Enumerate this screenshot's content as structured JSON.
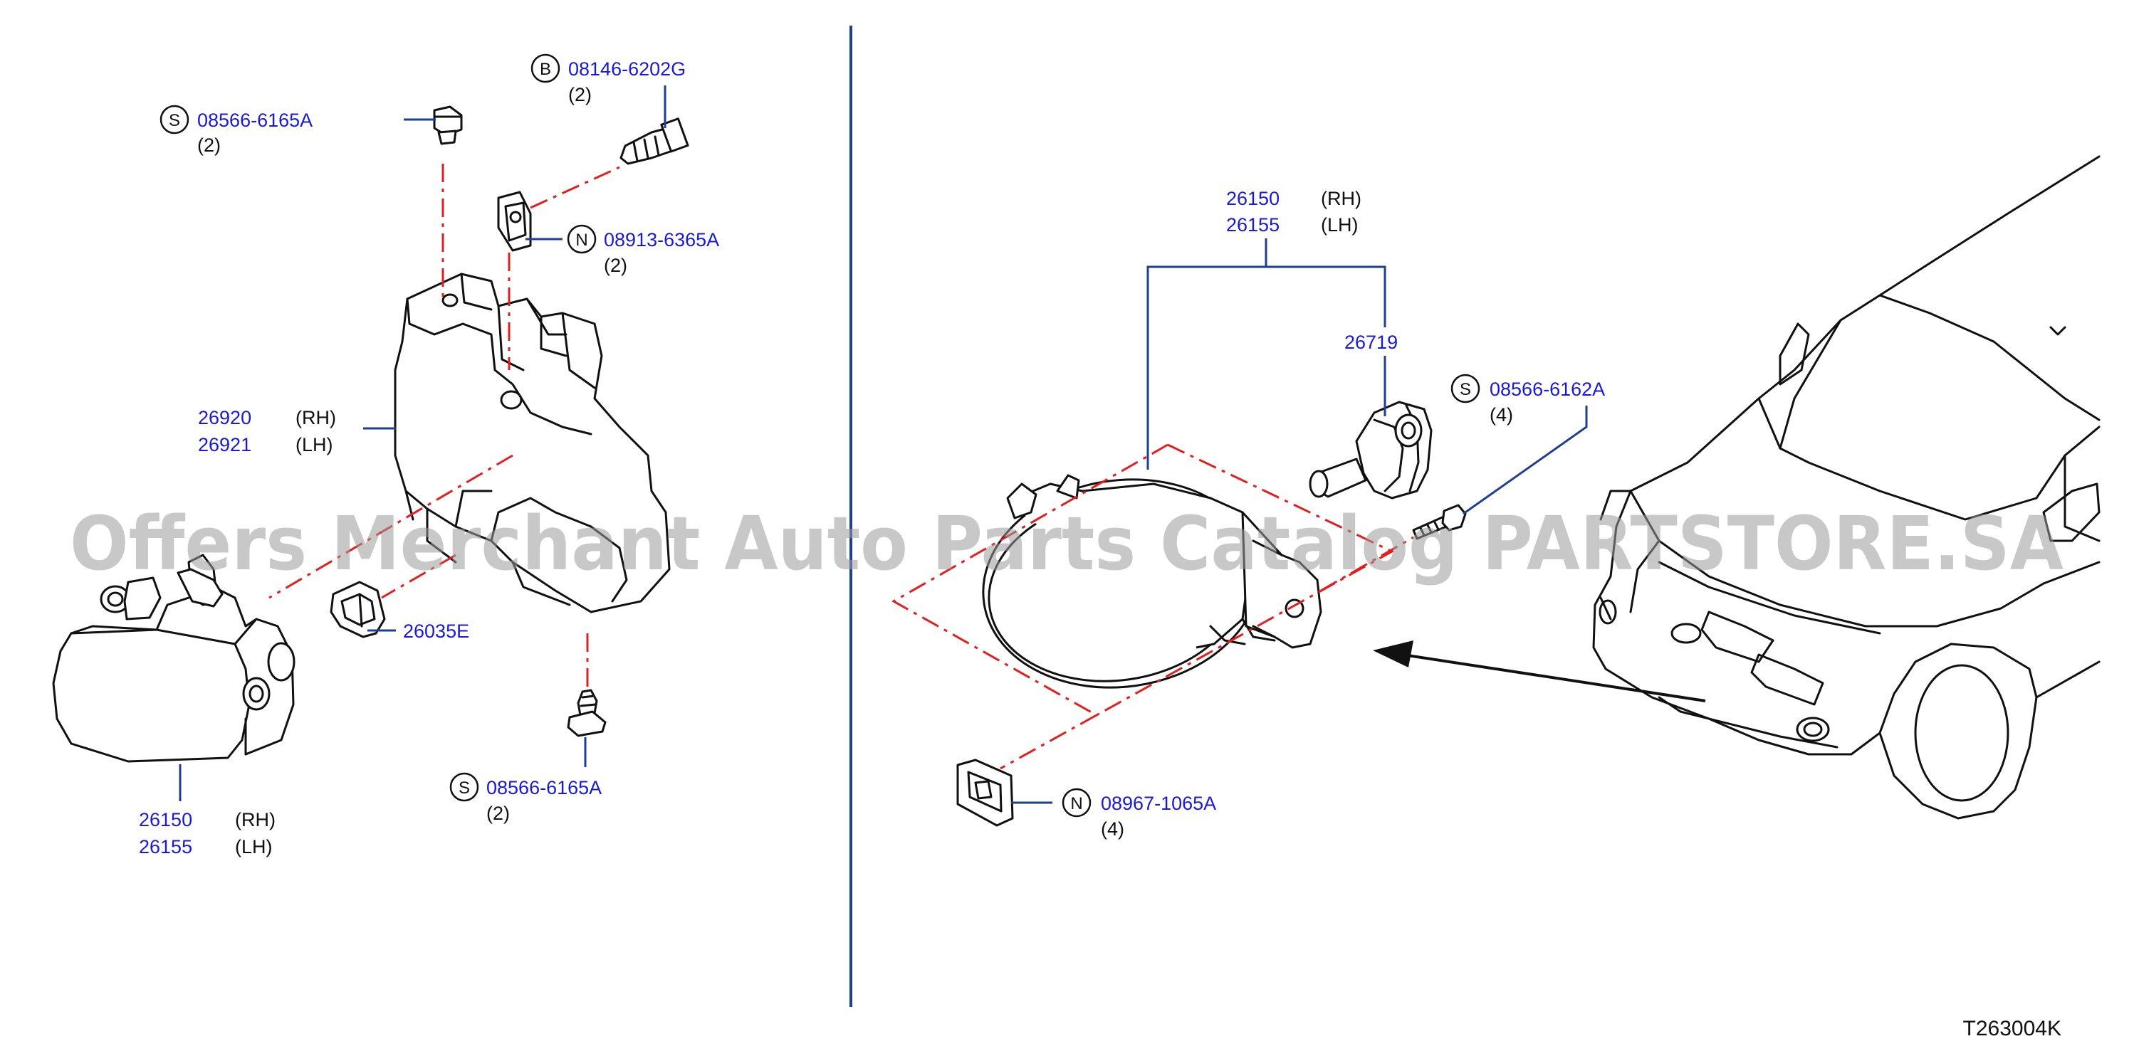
{
  "watermark": "Offers Merchant Auto Parts Catalog PARTSTORE.SA",
  "catalog_id": "T263004K",
  "left_panel": {
    "bolt_top_left": {
      "symbol": "S",
      "part": "08566-6165A",
      "qty": "(2)"
    },
    "bolt_top": {
      "symbol": "B",
      "part": "08146-6202G",
      "qty": "(2)"
    },
    "nut_clip": {
      "symbol": "N",
      "part": "08913-6365A",
      "qty": "(2)"
    },
    "bracket": {
      "rh_part": "26920",
      "rh_side": "(RH)",
      "lh_part": "26921",
      "lh_side": "(LH)"
    },
    "clip": {
      "part": "26035E"
    },
    "bolt_bottom": {
      "symbol": "S",
      "part": "08566-6165A",
      "qty": "(2)"
    },
    "lamp": {
      "rh_part": "26150",
      "rh_side": "(RH)",
      "lh_part": "26155",
      "lh_side": "(LH)"
    }
  },
  "right_panel": {
    "lamp": {
      "rh_part": "26150",
      "rh_side": "(RH)",
      "lh_part": "26155",
      "lh_side": "(LH)"
    },
    "bulb": {
      "part": "26719"
    },
    "screw": {
      "symbol": "S",
      "part": "08566-6162A",
      "qty": "(4)"
    },
    "clip_nut": {
      "symbol": "N",
      "part": "08967-1065A",
      "qty": "(4)"
    }
  },
  "colors": {
    "part_number_text": "#1a1ad6",
    "leader_line": "#1f3f8f",
    "divider": "#1f3f8f",
    "dash_line": "#e11f1f",
    "drawing_ink": "#111111"
  }
}
